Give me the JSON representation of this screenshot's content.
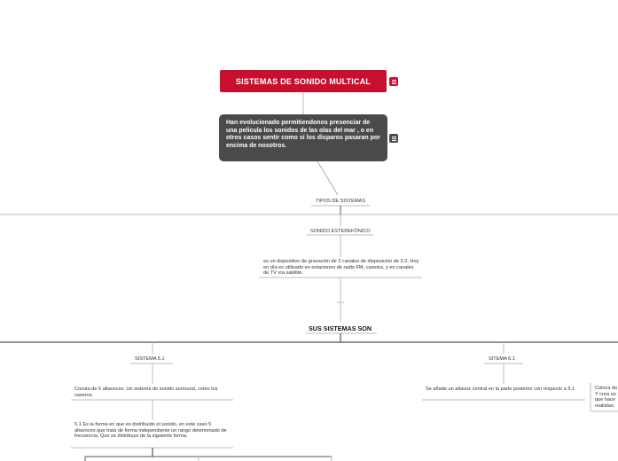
{
  "title": "SISTEMAS DE SONIDO MULTICAL",
  "description": "Han evolucionado permitiendonos presenciar de una película los sonidos de las olas del mar , o en otros casos sentir como si los disparos pasaran por encima de nosotros.",
  "topics": {
    "tipos": "TIPOS DE SISTEMAS",
    "estereo": "SONIDO ESTEREFÓNICO",
    "estereo_desc": "es un dispositivo de gravación de 2 canales  de disposición de 2.0, Hoy en día es utilizado en estaciones de radio FM, casetes, y en canales de TV vía satélite.",
    "sus": "SUS SISTEMAS SON",
    "s51": "SISTEMA 5.1",
    "s51_desc1": "Consta de 6 altavoces: Un sistema de sonido surround, como los caseros.",
    "s51_desc2": "5.1 Es la forma en que es distribuido el sonido, en este caso 5 altavoces que trata de forma independiente un rango determinado de frecuencia, Que se distribuye de la siguiente forma.",
    "s61": "SITEMA  6.1",
    "s61_desc": "Se añade un altavoz central en la parte posterior con respecto a 5.1",
    "right_cut": "Coloca do\nY crea un\nque hace\nrealistas."
  },
  "colors": {
    "title_bg": "#c8102e",
    "desc_bg": "#4a4a4a",
    "line": "#bdbdbd",
    "line_dark": "#555555"
  },
  "icons": {
    "note": "notes-icon"
  }
}
